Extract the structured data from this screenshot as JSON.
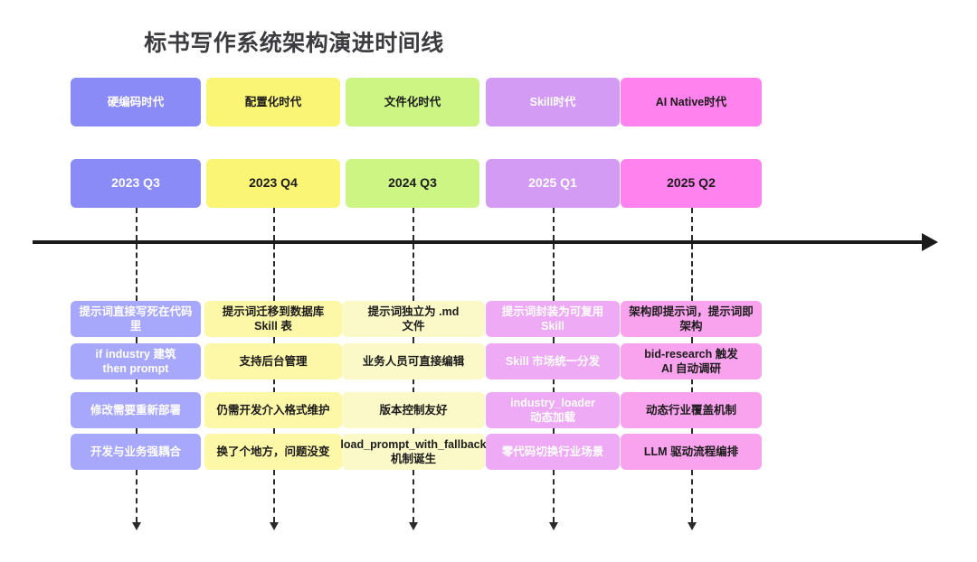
{
  "title": "标书写作系统架构演进时间线",
  "colors": {
    "era_1": "#8b8bf7",
    "era_2": "#fbf575",
    "era_3": "#ccf584",
    "era_4": "#d49bf5",
    "era_5": "#ff82ee",
    "detail_1": "#a7a7fb",
    "detail_2": "#fdf7a8",
    "detail_3": "#fbf9c8",
    "detail_4": "#eeaaf4",
    "detail_5": "#f9a3ee",
    "axis": "#1b1b1b",
    "connector": "#2a2a2a",
    "title_text": "#3c3c40",
    "light_text": "#ffffff",
    "dark_text": "#1b1b1b"
  },
  "columns": [
    {
      "era_label": "硬编码时代",
      "date_label": "2023 Q3",
      "details": [
        "提示词直接写死在代码里",
        "if industry 建筑\nthen prompt",
        "修改需要重新部署",
        "开发与业务强耦合"
      ]
    },
    {
      "era_label": "配置化时代",
      "date_label": "2023 Q4",
      "details": [
        "提示词迁移到数据库\nSkill 表",
        "支持后台管理",
        "仍需开发介入格式维护",
        "换了个地方，问题没变"
      ]
    },
    {
      "era_label": "文件化时代",
      "date_label": "2024 Q3",
      "details": [
        "提示词独立为 .md\n文件",
        "业务人员可直接编辑",
        "版本控制友好",
        "load_prompt_with_fallback\n机制诞生"
      ]
    },
    {
      "era_label": "Skill时代",
      "date_label": "2025 Q1",
      "details": [
        "提示词封装为可复用\nSkill",
        "Skill 市场统一分发",
        "industry_loader\n动态加载",
        "零代码切换行业场景"
      ]
    },
    {
      "era_label": "AI Native时代",
      "date_label": "2025 Q2",
      "details": [
        "架构即提示词，提示词即架构",
        "bid-research 触发\nAI 自动调研",
        "动态行业覆盖机制",
        "LLM 驱动流程编排"
      ]
    }
  ]
}
